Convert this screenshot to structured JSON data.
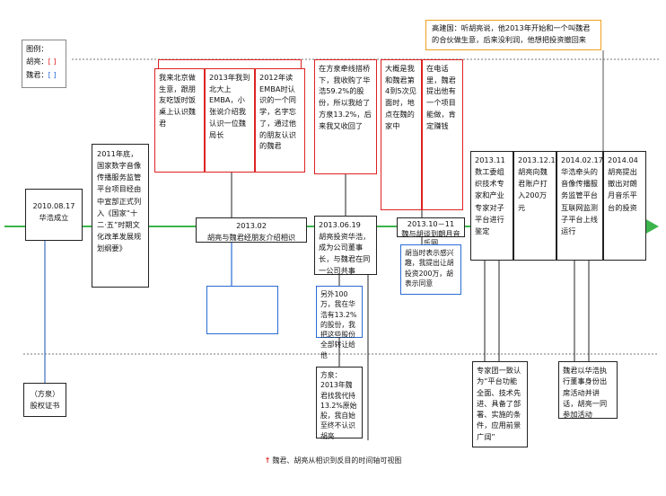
{
  "legend": {
    "title": "图例：",
    "hu_label": "胡亮：",
    "hu_mark": "[ ]",
    "wei_label": "魏君：",
    "wei_mark": "[ ]"
  },
  "gao_note": "高建国：听胡亮说，他2013年开始和一个叫魏君的合伙做生意，后来没利润，他想把投资撤回来",
  "founded": "2010.08.17\n华浩成立",
  "certificate": "（方泉）\n股权证书",
  "policy": "2011年底，国家数字音像传播服务监管平台项目经由中宣部正式列入《国家“十二·五”时期文化改革发展规划纲要》",
  "red_1": "我来北京做生意，跟朋友吃饭时饭桌上认识魏君",
  "red_2": "2013年我到北大上EMBA，小张说介绍我认识一位魏局长",
  "red_3": "2012年读EMBA时认识的一个同学，名字忘了，通过他的朋友认识的魏君",
  "meet_event": "2013.02\n胡亮与魏君经朋友介绍相识",
  "red_4": "在方泉牵线搭桥下，我收购了华浩59.2%的股份，所以我给了方泉13.2%，后来我又收回了",
  "invest_event": "2013.06.19\n胡亮投资华浩，成为公司董事长，与魏君在同一公司共事",
  "blue_share": "另外100万，我在华浩有13.2%的股份，我把这些股份全部转让给他",
  "fang_note": "方泉：2013年魏君找我代持13.2%原始股，我自始至终不认识胡亮",
  "red_5": "大概是我和魏君第4到5次见面时，地点在魏的家中",
  "red_6": "在电话里，魏君提出他有一个项目能做，肯定赚钱",
  "pitch_event": "2013.10－11\n魏与胡谈到朗月音乐网",
  "blue_invest": "胡当时表示感兴趣，我提出让胡投资200万，胡表示同意",
  "review_event": "2013.11\n数工委组织技术专家和产业专家对子平台进行鉴定",
  "review_note": "专家团一致认为“平台功能全面、技术先进、具备了部署、实施的条件，应用前景广阔”",
  "transfer_event": "2013.12.18\n胡亮向魏君账户打入200万元",
  "launch_event": "2014.02.17\n华浩牵头的音像传播服务监管平台互联网监测子平台上线运行",
  "launch_note": "魏君以华浩执行董事身份出席活动并讲话，胡亮一同参加活动",
  "withdraw_event": "2014.04\n胡亮提出撤出对朗月音乐平台的投资",
  "caption": "魏君、胡亮从相识到反目的时间轴可视图",
  "colors": {
    "hu": "#d22222",
    "wei": "#2a6cd4",
    "timeline": "#3cb44b",
    "gao": "#f0a020"
  }
}
